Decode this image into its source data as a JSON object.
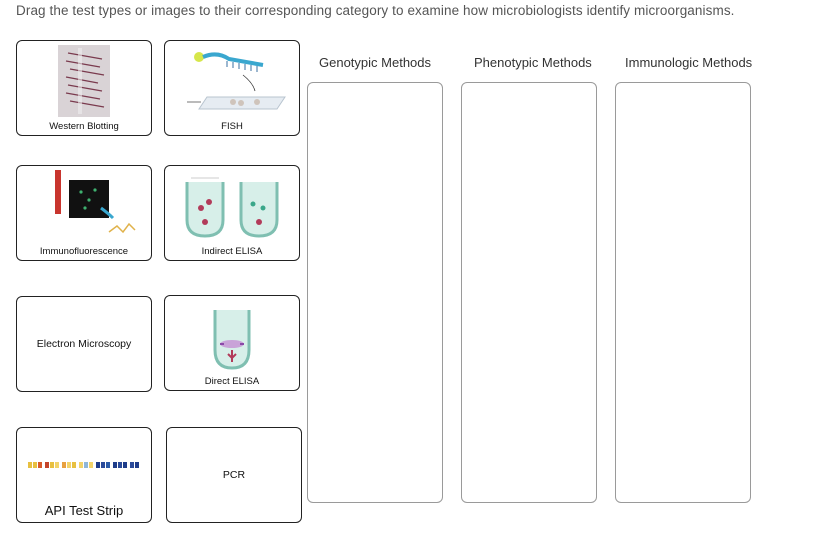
{
  "instructions": "Drag the test types or images to their corresponding category to examine how microbiologists identify microorganisms.",
  "cards": {
    "western_blotting": {
      "label": "Western Blotting",
      "icon": "western-blot-gel-image"
    },
    "fish": {
      "label": "FISH",
      "icon": "fish-probe-slide-image"
    },
    "immunofluorescence": {
      "label": "Immunofluorescence",
      "icon": "immunofluorescence-image"
    },
    "indirect_elisa": {
      "label": "Indirect ELISA",
      "icon": "indirect-elisa-wells-image"
    },
    "electron_microscopy": {
      "label": "Electron Microscopy"
    },
    "direct_elisa": {
      "label": "Direct ELISA",
      "icon": "direct-elisa-well-image"
    },
    "api_test_strip": {
      "label": "API Test Strip",
      "icon": "api-test-strip-image"
    },
    "pcr": {
      "label": "PCR"
    }
  },
  "categories": [
    {
      "title": "Genotypic Methods"
    },
    {
      "title": "Phenotypic Methods"
    },
    {
      "title": "Immunologic Methods"
    }
  ]
}
